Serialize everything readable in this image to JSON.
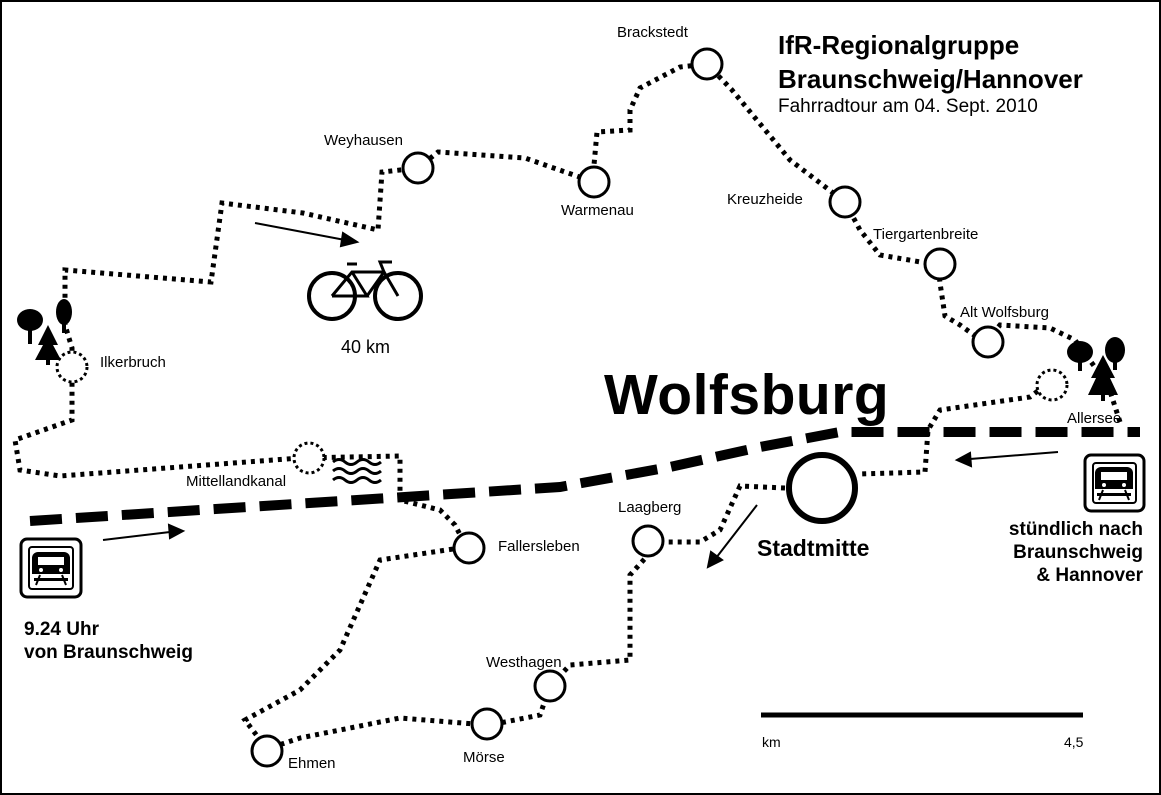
{
  "title": {
    "line1": "IfR-Regionalgruppe",
    "line2": "Braunschweig/Hannover",
    "subtitle": "Fahrradtour am 04. Sept. 2010"
  },
  "city_label": "Wolfsburg",
  "center_label": "Stadtmitte",
  "distance_label": "40 km",
  "places": {
    "brackstedt": "Brackstedt",
    "weyhausen": "Weyhausen",
    "warmenau": "Warmenau",
    "kreuzheide": "Kreuzheide",
    "tiergartenbreite": "Tiergartenbreite",
    "alt_wolfsburg": "Alt Wolfsburg",
    "allersee": "Allersee",
    "ilkerbruch": "Ilkerbruch",
    "mittellandkanal": "Mittellandkanal",
    "fallersleben": "Fallersleben",
    "laagberg": "Laagberg",
    "westhagen": "Westhagen",
    "moerse": "Mörse",
    "ehmen": "Ehmen"
  },
  "train_departure": {
    "line1": "9.24 Uhr",
    "line2": "von Braunschweig"
  },
  "train_return": {
    "line1": "stündlich nach",
    "line2": "Braunschweig",
    "line3": "& Hannover"
  },
  "scale": {
    "unit": "km",
    "value": "4,5"
  },
  "icons": {
    "bicycle": "bicycle-icon",
    "train": "train-icon",
    "trees": "trees-icon",
    "water": "water-waves-icon"
  }
}
